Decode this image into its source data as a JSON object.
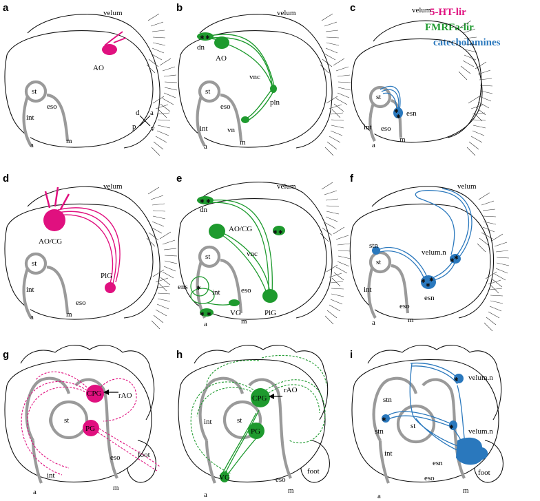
{
  "legend": {
    "serotonin": {
      "text": "5-HT-lir",
      "color": "#e0107f"
    },
    "fmrfa": {
      "text": "FMRFa-lir",
      "color": "#1e9a2e"
    },
    "catecholamines": {
      "text": "catecholamines",
      "color": "#2a78bd"
    }
  },
  "orientation": {
    "d": "d",
    "a": "a",
    "p": "p",
    "v": "v"
  },
  "panels": {
    "a": {
      "letter": "a",
      "velum": "velum",
      "AO": "AO",
      "st": "st",
      "eso": "eso",
      "int": "int",
      "a": "a",
      "m": "m"
    },
    "b": {
      "letter": "b",
      "velum": "velum",
      "dn": "dn",
      "AO": "AO",
      "vnc": "vnc",
      "st": "st",
      "eso": "eso",
      "pln": "pln",
      "int": "int",
      "vn": "vn",
      "a": "a",
      "m": "m"
    },
    "c": {
      "letter": "c",
      "velum": "velum",
      "st": "st",
      "esn": "esn",
      "int": "int",
      "eso": "eso",
      "a": "a",
      "m": "m"
    },
    "d": {
      "letter": "d",
      "velum": "velum",
      "AOCG": "AO/CG",
      "st": "st",
      "PlG": "PlG",
      "int": "int",
      "eso": "eso",
      "a": "a",
      "m": "m"
    },
    "e": {
      "letter": "e",
      "velum": "velum",
      "dn": "dn",
      "AOCG": "AO/CG",
      "vnc": "vnc",
      "st": "st",
      "ens": "ens",
      "int": "int",
      "eso": "eso",
      "VG": "VG",
      "PlG": "PlG",
      "a": "a",
      "m": "m"
    },
    "f": {
      "letter": "f",
      "velum": "velum",
      "stn": "stn",
      "velumn": "velum.n",
      "st": "st",
      "esn": "esn",
      "int": "int",
      "eso": "eso",
      "a": "a",
      "m": "m"
    },
    "g": {
      "letter": "g",
      "st": "st",
      "CPG": "CPG",
      "rAO": "rAO",
      "PG": "PG",
      "foot": "foot",
      "eso": "eso",
      "int": "int",
      "a": "a",
      "m": "m"
    },
    "h": {
      "letter": "h",
      "int": "int",
      "st": "st",
      "CPG": "CPG",
      "rAO": "rAO",
      "PG": "PG",
      "foot": "foot",
      "VG": "VG",
      "eso": "eso",
      "a": "a",
      "m": "m"
    },
    "i": {
      "letter": "i",
      "velumn1": "velum.n",
      "stn1": "stn",
      "stn2": "stn",
      "st": "st",
      "velumn2": "velum.n",
      "int": "int",
      "esn": "esn",
      "eso": "eso",
      "foot": "foot",
      "a": "a",
      "m": "m"
    }
  }
}
